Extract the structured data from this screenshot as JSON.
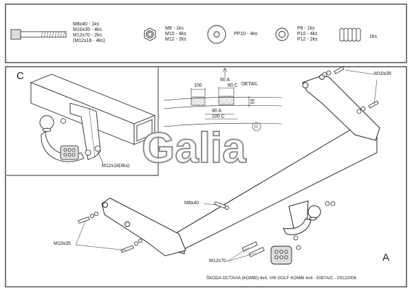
{
  "parts_strip": {
    "bolt_lines": [
      "M8x40 - 1ks",
      "M10x35 - 4ks",
      "M12x70 - 2ks",
      "(M12x18 - 4ks)"
    ],
    "nut_lines": [
      "M8 - 1ks",
      "M10 - 4ks",
      "M12 - 2ks"
    ],
    "washer_label": "PP10 - 4ks",
    "lock_washer_lines": [
      "P8 - 1ks",
      "P10 - 4ks",
      "P12 - 2ks"
    ],
    "spring_label": "1ks"
  },
  "detail": {
    "view_letter": "C",
    "bolt_label": "M12x18(4ks)"
  },
  "dimension": {
    "top_left": "100",
    "top_a": "60 A",
    "top_c": "80 C",
    "title": "DETAIL",
    "side": "55",
    "bottom_a": "90 A",
    "bottom_c": "100 C"
  },
  "brand": {
    "logo_text": "Galia",
    "registered": "®"
  },
  "main": {
    "view_letter": "A",
    "label_m10x35_right": "M10x35",
    "label_m8x40": "M8x40",
    "label_m10x35_left": "M10x35",
    "label_m12x70": "M12x70"
  },
  "caption": "ŠKODA OCTAVIA (KOMBI) 4x4, VW GOLF KOMBI 4x4 - 5087A/C - 03122006"
}
